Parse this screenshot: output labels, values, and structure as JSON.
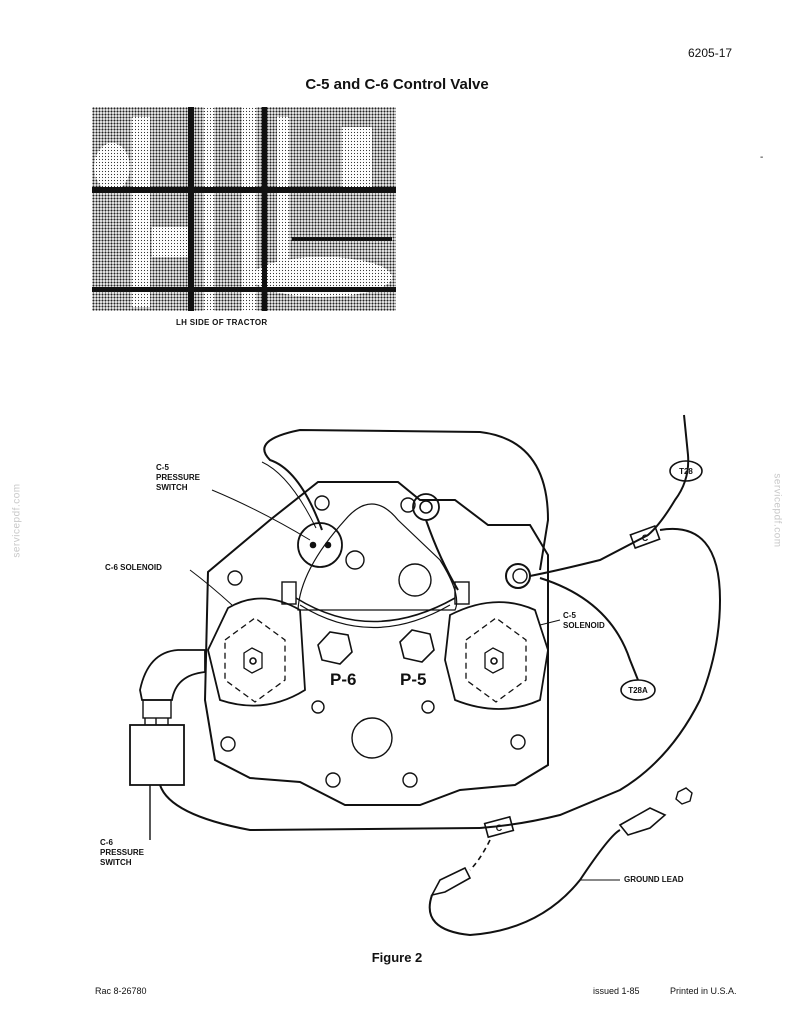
{
  "header": {
    "page_number": "6205-17",
    "title": "C-5 and C-6 Control Valve"
  },
  "photo": {
    "caption": "LH SIDE OF TRACTOR"
  },
  "diagram": {
    "labels": {
      "c5_pressure_switch": "C-5\nPRESSURE\nSWITCH",
      "c6_solenoid": "C-6 SOLENOID",
      "c5_solenoid": "C-5\nSOLENOID",
      "c6_pressure_switch": "C-6\nPRESSURE\nSWITCH",
      "ground_lead": "GROUND LEAD"
    },
    "ports": {
      "p6": "P-6",
      "p5": "P-5"
    },
    "wire_tags": {
      "t28": "T28",
      "t28a": "T28A",
      "c_upper": "C",
      "c_lower": "C"
    }
  },
  "figure_caption": "Figure 2",
  "footer": {
    "reference": "Rac 8-26780",
    "issued": "issued 1-85",
    "printed": "Printed in U.S.A."
  },
  "watermark": "servicepdf.com"
}
